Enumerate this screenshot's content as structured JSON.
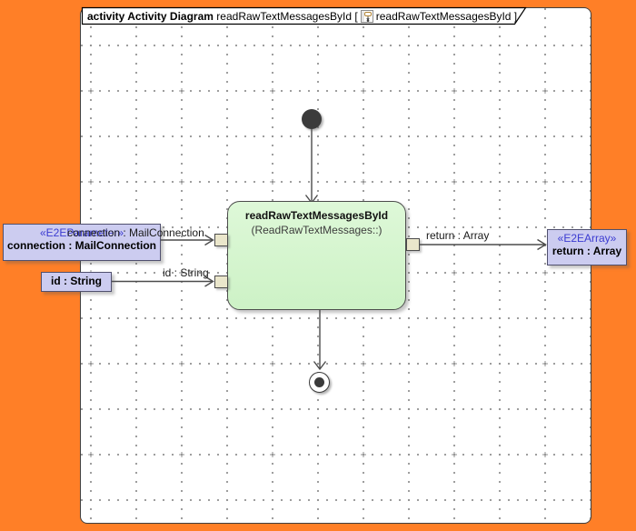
{
  "frame": {
    "keyword": "activity Activity Diagram",
    "name": "readRawTextMessagesById",
    "bracket_open": "[",
    "context_name": "readRawTextMessagesById",
    "bracket_close": "]"
  },
  "activity": {
    "name": "readRawTextMessagesById",
    "qualifier": "(ReadRawTextMessages::)"
  },
  "parameters": {
    "connection": {
      "stereotype": "«E2EParameter»",
      "name": "connection : MailConnection"
    },
    "id": {
      "name": "id : String"
    },
    "return": {
      "stereotype": "«E2EArray»",
      "name": "return : Array"
    }
  },
  "edges": {
    "connection": {
      "label": "connection : MailConnection"
    },
    "id": {
      "label": "id : String"
    },
    "return": {
      "label": "return : Array"
    }
  },
  "icons": {
    "tab_icon": "activity-diagram-icon"
  },
  "colors": {
    "background": "#FF7F27",
    "canvas": "#FFFFFF",
    "grid_dot": "#8F8F8F",
    "activity_fill": "#D3F4CC",
    "parameter_fill": "#CCCCF0",
    "stereotype_text": "#3B3BD1",
    "pin_fill": "#EAE6CB",
    "line": "#4B4B4B",
    "node_fill": "#3B3B3B"
  }
}
